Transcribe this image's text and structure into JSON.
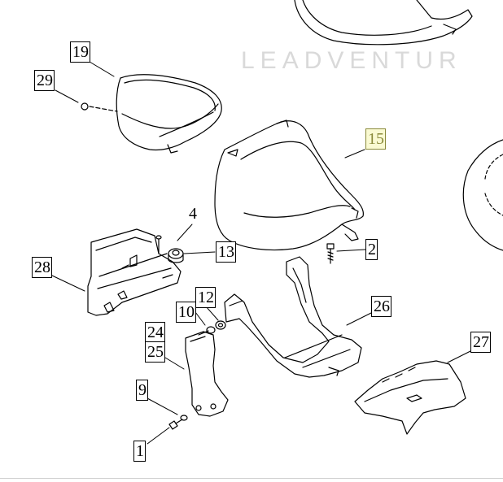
{
  "watermark": "LEADVENTUR",
  "callouts": [
    {
      "id": "19",
      "label": "19"
    },
    {
      "id": "29",
      "label": "29"
    },
    {
      "id": "15",
      "label": "15",
      "highlighted": true
    },
    {
      "id": "4",
      "label": "4"
    },
    {
      "id": "13",
      "label": "13"
    },
    {
      "id": "2",
      "label": "2"
    },
    {
      "id": "28",
      "label": "28"
    },
    {
      "id": "12",
      "label": "12"
    },
    {
      "id": "10",
      "label": "10"
    },
    {
      "id": "26",
      "label": "26"
    },
    {
      "id": "24",
      "label": "24"
    },
    {
      "id": "25",
      "label": "25"
    },
    {
      "id": "27",
      "label": "27"
    },
    {
      "id": "9",
      "label": "9"
    },
    {
      "id": "1",
      "label": "1"
    }
  ],
  "colors": {
    "line": "#000000",
    "highlight_fill": "#fafad2",
    "highlight_text": "#8a8a3a",
    "watermark": "#d9d9d9"
  }
}
